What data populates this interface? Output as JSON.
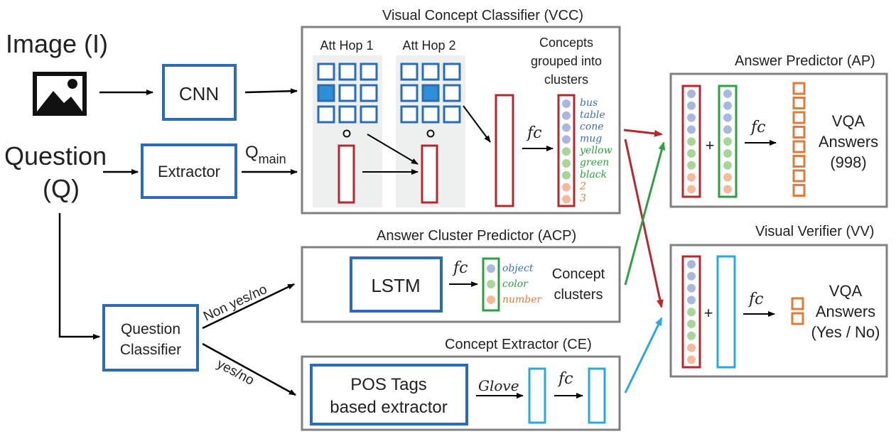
{
  "inputs": {
    "image_label": "Image (I)",
    "question_label_1": "Question",
    "question_label_2": "(Q)",
    "image_icon": "image-icon"
  },
  "blocks": {
    "cnn": "CNN",
    "extractor": "Extractor",
    "q_main": "Q",
    "q_main_sub": "main",
    "question_classifier_1": "Question",
    "question_classifier_2": "Classifier",
    "lstm": "LSTM",
    "pos_1": "POS Tags",
    "pos_2": "based extractor"
  },
  "sections": {
    "vcc": "Visual Concept Classifier (VCC)",
    "acp": "Answer Cluster Predictor (ACP)",
    "ce": "Concept Extractor (CE)",
    "ap": "Answer Predictor (AP)",
    "vv": "Visual Verifier (VV)"
  },
  "vcc": {
    "att_hop_1": "Att Hop 1",
    "att_hop_2": "Att Hop 2",
    "concepts_1": "Concepts",
    "concepts_2": "grouped into",
    "concepts_3": "clusters",
    "fc": "fc",
    "concept_words": [
      {
        "text": "bus",
        "color": "#3f6fb5"
      },
      {
        "text": "table",
        "color": "#3f6fb5"
      },
      {
        "text": "cone",
        "color": "#3f6fb5"
      },
      {
        "text": "mug",
        "color": "#3f6fb5"
      },
      {
        "text": "yellow",
        "color": "#2ea043"
      },
      {
        "text": "green",
        "color": "#2ea043"
      },
      {
        "text": "black",
        "color": "#2ea043"
      },
      {
        "text": "2",
        "color": "#e07b39"
      },
      {
        "text": "3",
        "color": "#e07b39"
      }
    ]
  },
  "acp": {
    "fc": "fc",
    "clusters": [
      {
        "text": "object",
        "color": "#3f6fb5"
      },
      {
        "text": "color",
        "color": "#2ea043"
      },
      {
        "text": "number",
        "color": "#e07b39"
      }
    ],
    "concept_1": "Concept",
    "concept_2": "clusters"
  },
  "ce": {
    "glove": "Glove",
    "fc": "fc"
  },
  "ap": {
    "plus": "+",
    "fc": "fc",
    "ans_1": "VQA",
    "ans_2": "Answers",
    "ans_3": "(998)"
  },
  "vv": {
    "plus": "+",
    "fc": "fc",
    "ans_1": "VQA",
    "ans_2": "Answers",
    "ans_3": "(Yes / No)"
  },
  "edges": {
    "non_yes_no": "Non yes/no",
    "yes_no": "yes/no"
  },
  "colors": {
    "blue_box": "#2a6db5",
    "gray_box": "#808080",
    "red": "#b5282e",
    "green": "#2ea043",
    "cyan": "#29a9e0",
    "orange": "#e07b39",
    "dot_blue": "#a9b9de",
    "dot_green": "#a8d59a",
    "dot_orange": "#f6b99a"
  }
}
